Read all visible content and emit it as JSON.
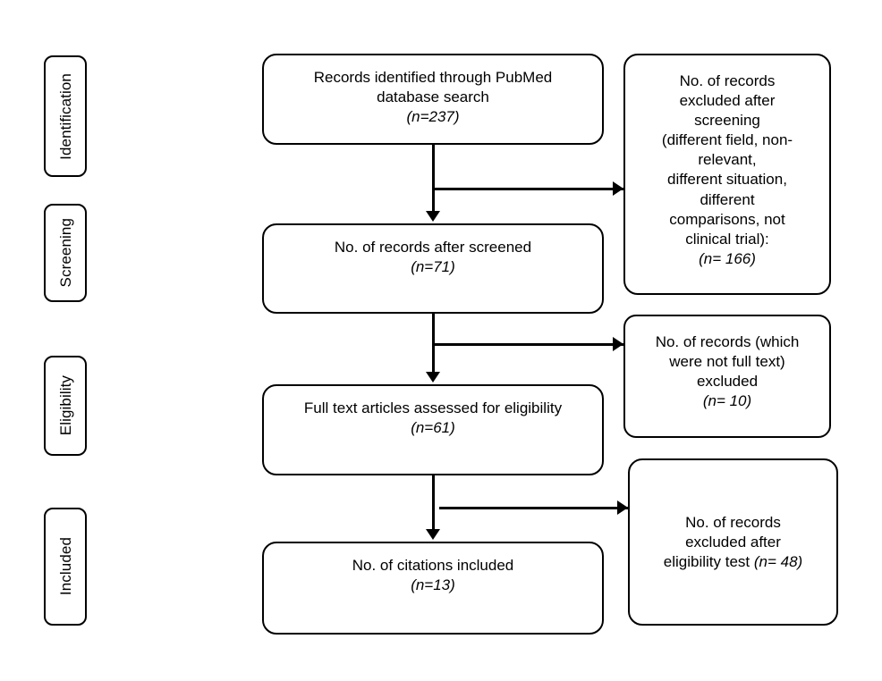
{
  "diagram": {
    "type": "prisma-flow-diagram",
    "title": "PRISMA study selection flow diagram",
    "line_color": "#000000",
    "background_color": "#ffffff",
    "text_color": "#000000"
  },
  "stages": [
    {
      "id": "identification",
      "label": "Identification"
    },
    {
      "id": "screening",
      "label": "Screening"
    },
    {
      "id": "eligibility",
      "label": "Eligibility"
    },
    {
      "id": "included",
      "label": "Included"
    }
  ],
  "flow": {
    "identified": {
      "line1": "Records identified through PubMed",
      "line2": "database search",
      "n_label": "(n=237)",
      "count": 237
    },
    "after_screened": {
      "line1": "No. of records after screened",
      "n_label": "(n=71)",
      "count": 71
    },
    "full_text_assessed": {
      "line1": "Full text articles assessed for eligibility",
      "n_label": "(n=61)",
      "count": 61
    },
    "citations_included": {
      "line1": "No. of citations included",
      "n_label": "(n=13)",
      "count": 13
    }
  },
  "exclusions": {
    "after_screening": {
      "line1": "No. of records",
      "line2": "excluded after",
      "line3": "screening",
      "line4": "(different field, non-",
      "line5": "relevant,",
      "line6": "different situation,",
      "line7": "different",
      "line8": "comparisons, not",
      "line9": "clinical trial):",
      "n_label": "(n= 166)",
      "count": 166
    },
    "not_full_text": {
      "line1": "No. of records (which",
      "line2": "were not full text)",
      "line3": "excluded",
      "n_label": "(n= 10)",
      "count": 10
    },
    "after_eligibility": {
      "line1": "No. of records",
      "line2": "excluded after",
      "line3_prefix": "eligibility test ",
      "n_label": "(n= 48)",
      "count": 48
    }
  },
  "connectors": [
    {
      "id": "identified-to-screened",
      "kind": "arrow-down"
    },
    {
      "id": "screened-branch-right",
      "kind": "arrow-right"
    },
    {
      "id": "screened-to-fulltext",
      "kind": "arrow-down"
    },
    {
      "id": "fulltext-branch-right",
      "kind": "arrow-right"
    },
    {
      "id": "fulltext-to-included",
      "kind": "arrow-down"
    },
    {
      "id": "included-branch-right",
      "kind": "arrow-right"
    }
  ]
}
